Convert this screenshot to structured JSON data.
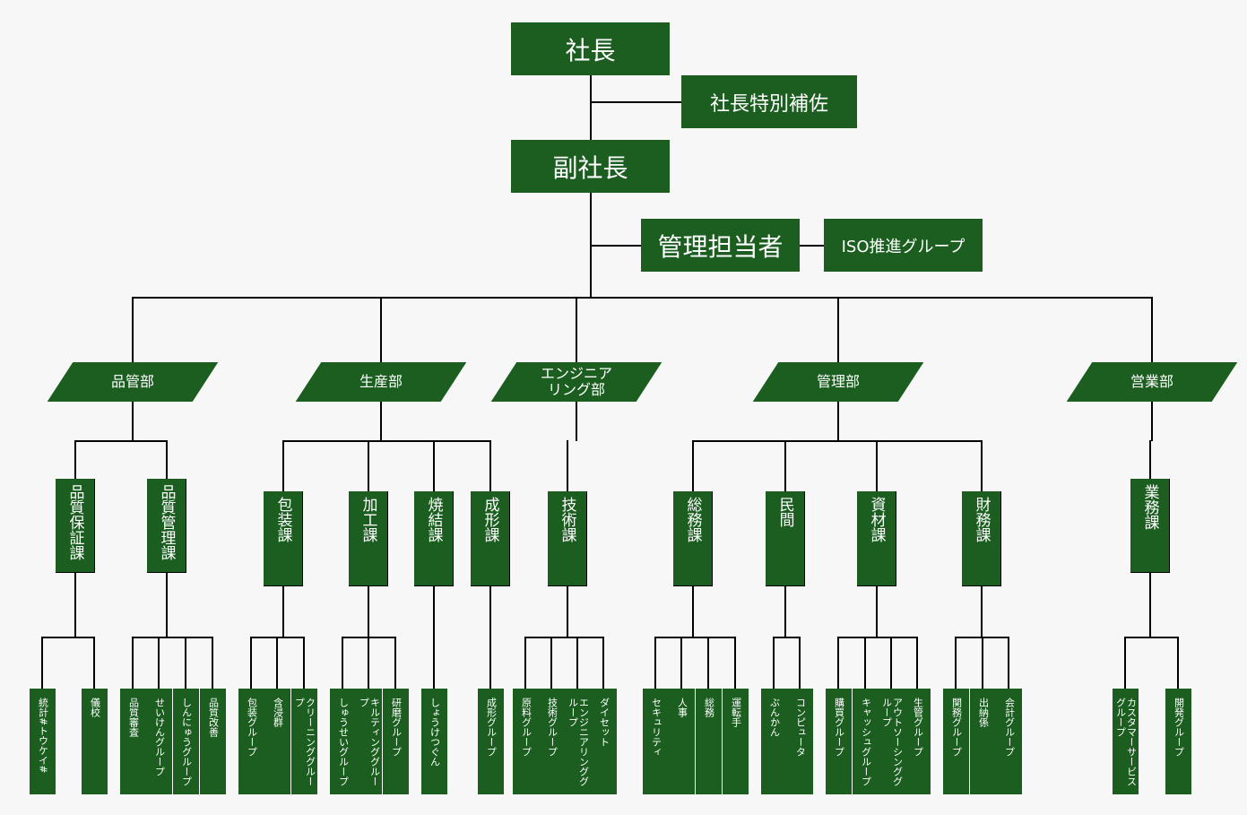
{
  "top": {
    "president": "社長",
    "special_assistant": "社長特別補佐",
    "vice_president": "副社長",
    "manager": "管理担当者",
    "iso_group": "ISO推進グループ"
  },
  "departments": [
    {
      "name": "品管部",
      "sections": [
        {
          "name": "品質保証課",
          "groups": [
            "統計#トウケイ#",
            "儀校"
          ]
        },
        {
          "name": "品質管理課",
          "groups": [
            "品質審査",
            "せいけんグループ",
            "しんにゅうグループ",
            "品質改善"
          ]
        }
      ]
    },
    {
      "name": "生産部",
      "sections": [
        {
          "name": "包装課",
          "groups": [
            "包装グループ",
            "含浸群",
            "クリーニンググループ"
          ]
        },
        {
          "name": "加工課",
          "groups": [
            "しゅうせいグループ",
            "キルティンググループ",
            "研磨グループ"
          ]
        },
        {
          "name": "焼結課",
          "groups": [
            "しょうけつぐん"
          ]
        },
        {
          "name": "成形課",
          "groups": [
            "成形グループ"
          ]
        }
      ]
    },
    {
      "name": "エンジニアリング部",
      "sections": [
        {
          "name": "技術課",
          "groups": [
            "原料グループ",
            "技術グループ",
            "エンジニアリンググループ",
            "ダイセット"
          ]
        }
      ]
    },
    {
      "name": "管理部",
      "sections": [
        {
          "name": "総務課",
          "groups": [
            "セキュリティ",
            "人事",
            "総務",
            "運転手"
          ]
        },
        {
          "name": "民間",
          "groups": [
            "ぶんかん",
            "コンピュータ"
          ]
        },
        {
          "name": "資材課",
          "groups": [
            "購買グループ",
            "キャッシュグループ",
            "アウトソーシンググループ",
            "生管グループ"
          ]
        },
        {
          "name": "財務課",
          "groups": [
            "関務グループ",
            "出納係",
            "会計グループ"
          ]
        }
      ]
    },
    {
      "name": "営業部",
      "sections": [
        {
          "name": "業務課",
          "groups": [
            "カスタマーサービスグループ",
            "開発グループ"
          ]
        }
      ]
    }
  ],
  "colors": {
    "box": "#1b5e20",
    "line": "#000000",
    "background": "#f7f7f7"
  }
}
